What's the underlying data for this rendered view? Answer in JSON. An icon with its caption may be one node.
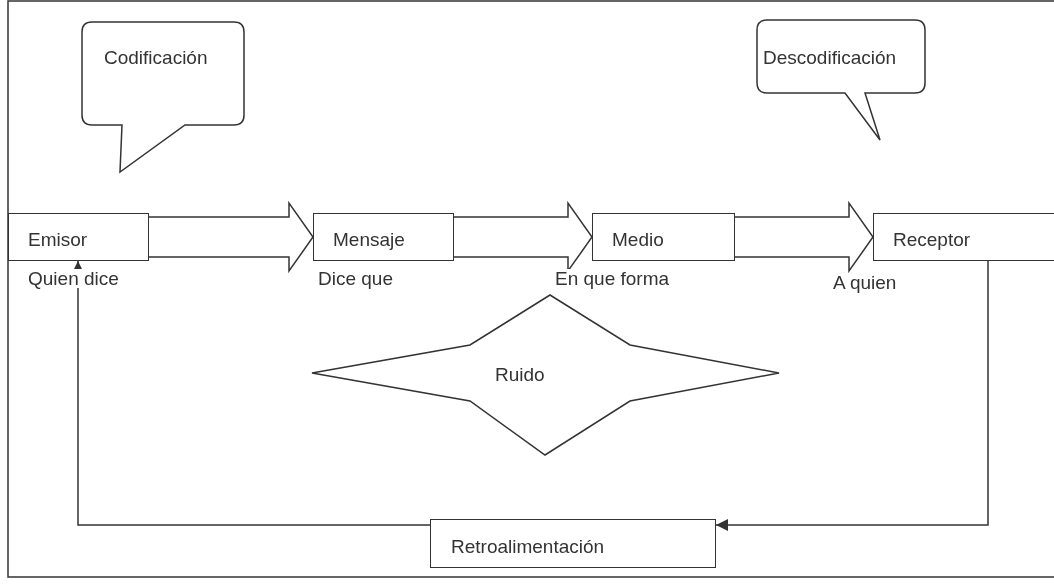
{
  "diagram": {
    "nodes": [
      {
        "text": [
          "Codificación"
        ]
      },
      {
        "text": [
          "Descodificación"
        ]
      },
      {
        "text": [
          "Emisor"
        ]
      },
      {
        "text": [
          "Mensaje"
        ]
      },
      {
        "text": [
          "Medio"
        ]
      },
      {
        "text": [
          "Receptor"
        ]
      },
      {
        "text": [
          "Ruido"
        ]
      },
      {
        "text": [
          "Retroalimentación"
        ]
      }
    ],
    "edges": [
      {
        "from": 2,
        "to": 3,
        "arrow": "to",
        "style": "thick"
      },
      {
        "from": 3,
        "to": 4,
        "arrow": "to",
        "style": "thick"
      },
      {
        "from": 4,
        "to": 5,
        "arrow": "to",
        "style": "thick"
      },
      {
        "from": 5,
        "to": 7,
        "arrow": "to"
      },
      {
        "from": 7,
        "to": 2,
        "arrow": "to"
      }
    ],
    "labels": [
      "Quien dice",
      "Dice que",
      "En que forma",
      "A quien"
    ]
  }
}
